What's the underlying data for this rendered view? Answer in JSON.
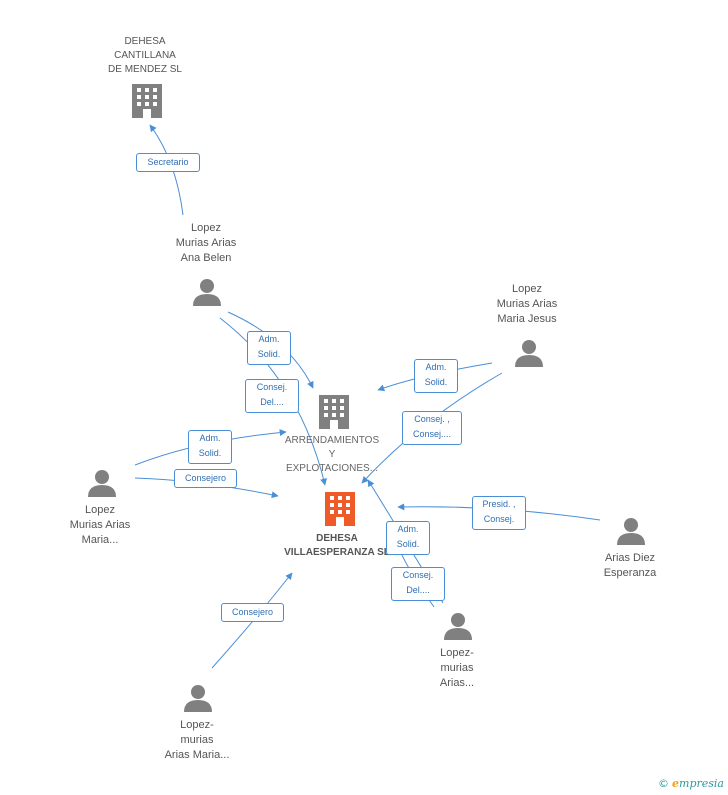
{
  "nodes": {
    "dehesa_cantillana": {
      "label": [
        "DEHESA",
        "CANTILLANA",
        "DE MENDEZ SL"
      ],
      "type": "company",
      "color": "#808080"
    },
    "arrendamientos": {
      "label": [
        "ARRENDAMIENTOS",
        "Y",
        "EXPLOTACIONES..."
      ],
      "type": "company",
      "color": "#808080"
    },
    "dehesa_villaesperanza": {
      "label": [
        "DEHESA",
        "VILLAESPERANZA SL"
      ],
      "type": "company",
      "color": "#f05a28"
    },
    "lopez_ana_belen": {
      "label": [
        "Lopez",
        "Murias Arias",
        "Ana Belen"
      ],
      "type": "person",
      "color": "#808080"
    },
    "lopez_maria_jesus": {
      "label": [
        "Lopez",
        "Murias Arias",
        "Maria Jesus"
      ],
      "type": "person",
      "color": "#808080"
    },
    "lopez_maria": {
      "label": [
        "Lopez",
        "Murias Arias",
        "Maria..."
      ],
      "type": "person",
      "color": "#808080"
    },
    "arias_diez": {
      "label": [
        "Arias Diez",
        "Esperanza"
      ],
      "type": "person",
      "color": "#808080"
    },
    "lopez_murias_arias": {
      "label": [
        "Lopez-",
        "murias",
        "Arias..."
      ],
      "type": "person",
      "color": "#808080"
    },
    "lopez_murias_arias_maria": {
      "label": [
        "Lopez-",
        "murias",
        "Arias Maria..."
      ],
      "type": "person",
      "color": "#808080"
    }
  },
  "edges": {
    "secretario": [
      "Secretario"
    ],
    "ana_adm": [
      "Adm.",
      "Solid."
    ],
    "ana_consej": [
      "Consej.",
      "Del...."
    ],
    "mj_adm": [
      "Adm.",
      "Solid."
    ],
    "mj_consej": [
      "Consej. ,",
      "Consej...."
    ],
    "maria_adm": [
      "Adm.",
      "Solid."
    ],
    "maria_consejero": [
      "Consejero"
    ],
    "arias_presid": [
      "Presid. ,",
      "Consej."
    ],
    "lma_adm": [
      "Adm.",
      "Solid."
    ],
    "lma_consej": [
      "Consej.",
      "Del...."
    ],
    "lmam_consejero": [
      "Consejero"
    ]
  },
  "colors": {
    "edge": "#4a8fd6",
    "icon": "#808080",
    "accent": "#f05a28"
  },
  "brand": {
    "copyright": "©",
    "initial": "e",
    "name": "mpresia"
  }
}
